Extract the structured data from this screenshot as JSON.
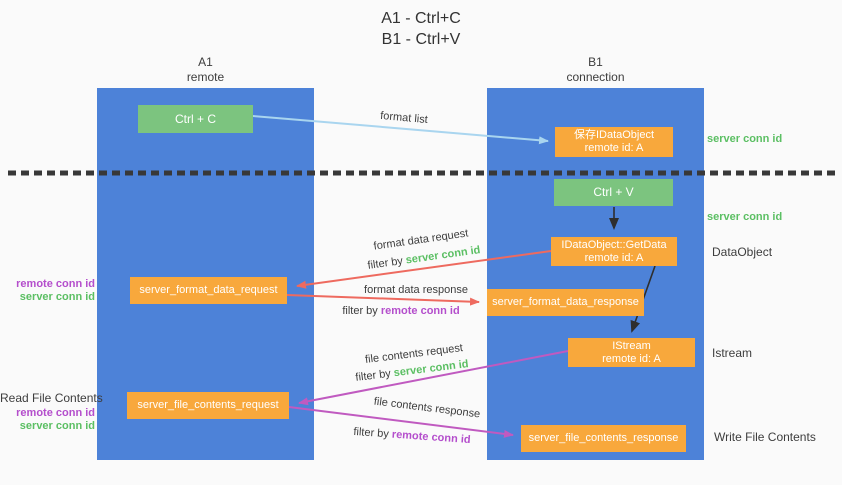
{
  "title": {
    "line1": "A1 - Ctrl+C",
    "line2": "B1 - Ctrl+V"
  },
  "lanes": {
    "left": {
      "id": "A1",
      "name": "remote"
    },
    "right": {
      "id": "B1",
      "name": "connection"
    }
  },
  "nodes": {
    "ctrl_c": {
      "label": "Ctrl + C"
    },
    "save_idataobject": {
      "line1": "保存IDataObject",
      "line2": "remote id: A"
    },
    "ctrl_v": {
      "label": "Ctrl + V"
    },
    "getdata": {
      "line1": "IDataObject::GetData",
      "line2": "remote id: A"
    },
    "format_request": {
      "label": "server_format_data_request"
    },
    "format_response": {
      "label": "server_format_data_response"
    },
    "istream": {
      "line1": "IStream",
      "line2": "remote id: A"
    },
    "file_request": {
      "label": "server_file_contents_request"
    },
    "file_response": {
      "label": "server_file_contents_response"
    }
  },
  "flow_labels": {
    "format_list": "format list",
    "format_data_request": "format data request",
    "format_data_response": "format data response",
    "file_contents_request": "file contents request",
    "file_contents_response": "file contents response",
    "filter_prefix": "filter by ",
    "server_conn_id": "server conn id",
    "remote_conn_id": "remote conn id"
  },
  "annotations": {
    "server_conn_id_top": "server conn id",
    "server_conn_id_mid": "server conn id",
    "dataobject": "DataObject",
    "istream": "Istream",
    "read_file_contents": "Read File Contents",
    "write_file_contents": "Write File Contents",
    "remote_conn_id": "remote conn id",
    "server_conn_id": "server conn id"
  },
  "colors": {
    "lane_blue": "#4d82d8",
    "node_green": "#7cc47f",
    "node_orange": "#f8a83c",
    "accent_green": "#5bbf63",
    "accent_purple": "#b44ecc",
    "arrow_red": "#ee6a5f",
    "arrow_magenta": "#c05ac0",
    "arrow_lightblue": "#a9d5ef",
    "arrow_black": "#2e2e2e",
    "divider_dark": "#383838"
  }
}
